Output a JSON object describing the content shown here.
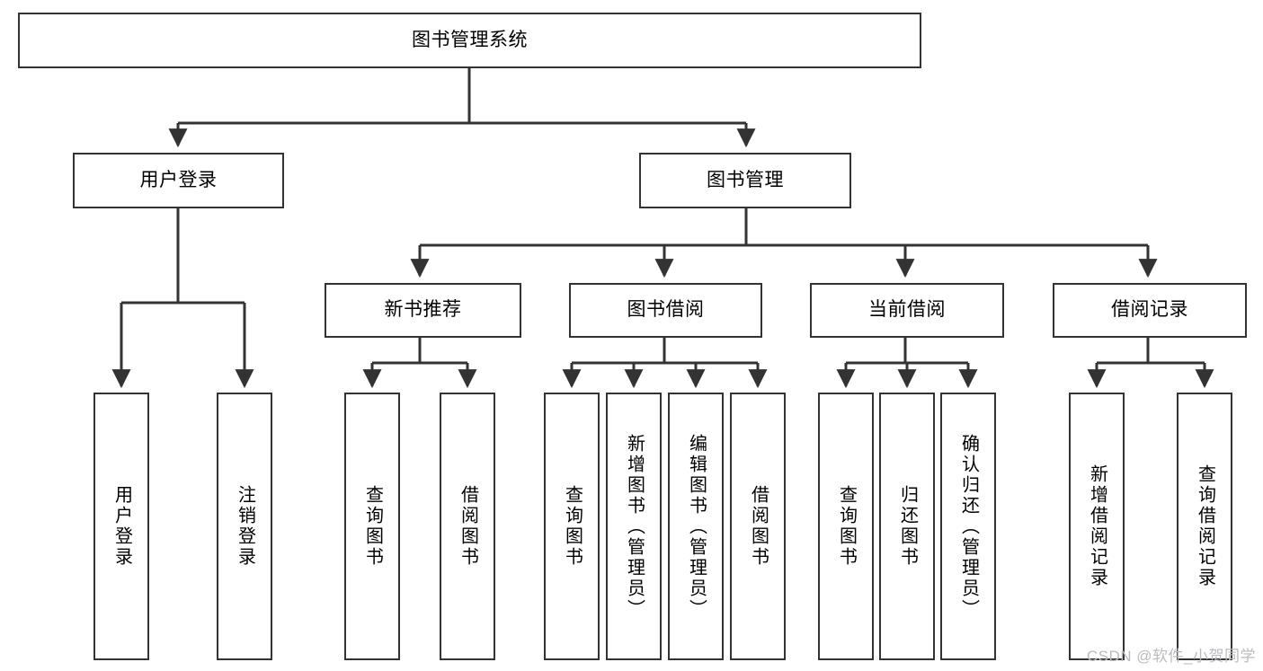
{
  "diagram": {
    "type": "tree-hierarchy",
    "title": "图书管理系统",
    "orientation": "top-down",
    "colors": {
      "box_border": "#333333",
      "box_fill": "#ffffff",
      "connector": "#333333",
      "background": "#ffffff",
      "watermark": "#b9bbbe"
    }
  },
  "root": {
    "label": "图书管理系统"
  },
  "level2": [
    {
      "label": "用户登录"
    },
    {
      "label": "图书管理"
    }
  ],
  "level3": [
    {
      "label": "新书推荐"
    },
    {
      "label": "图书借阅"
    },
    {
      "label": "当前借阅"
    },
    {
      "label": "借阅记录"
    }
  ],
  "leaves": {
    "user_login": [
      {
        "label": "用户登录"
      },
      {
        "label": "注销登录"
      }
    ],
    "new_book_recommend": [
      {
        "label": "查询图书"
      },
      {
        "label": "借阅图书"
      }
    ],
    "book_borrow": [
      {
        "label": "查询图书"
      },
      {
        "label": "新增图书（管理员）"
      },
      {
        "label": "编辑图书（管理员）"
      },
      {
        "label": "借阅图书"
      }
    ],
    "current_borrow": [
      {
        "label": "查询图书"
      },
      {
        "label": "归还图书"
      },
      {
        "label": "确认归还（管理员）"
      }
    ],
    "borrow_record": [
      {
        "label": "新增借阅记录"
      },
      {
        "label": "查询借阅记录"
      }
    ]
  },
  "watermark": {
    "text": "CSDN @软件_小贺同学"
  }
}
